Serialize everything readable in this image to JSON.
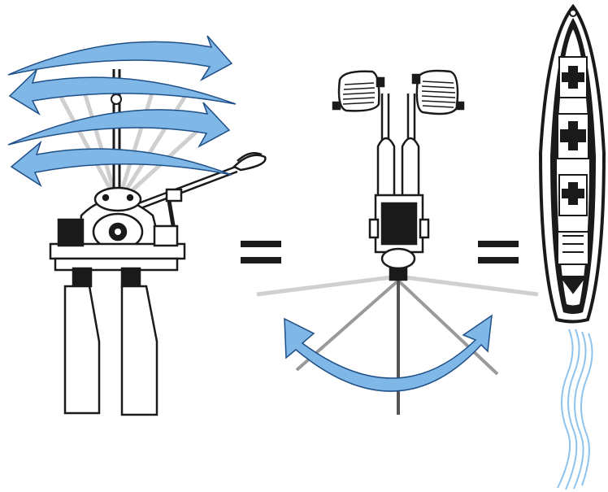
{
  "figure": {
    "panels": [
      {
        "name": "lever-mechanism"
      },
      {
        "name": "pedal-drive"
      },
      {
        "name": "kayak-hull"
      }
    ],
    "operators": [
      "=",
      "="
    ]
  },
  "colors": {
    "arrow_fill": "#7fb7e6",
    "arrow_stroke": "#1f4f86",
    "line_art": "#1a1a1a",
    "ghost": "#bdbdbd",
    "water": "#8ec3ee"
  },
  "icons": [
    "rotation-arrows",
    "equals-sign",
    "curved-swing-arrow",
    "water-wake-lines"
  ]
}
